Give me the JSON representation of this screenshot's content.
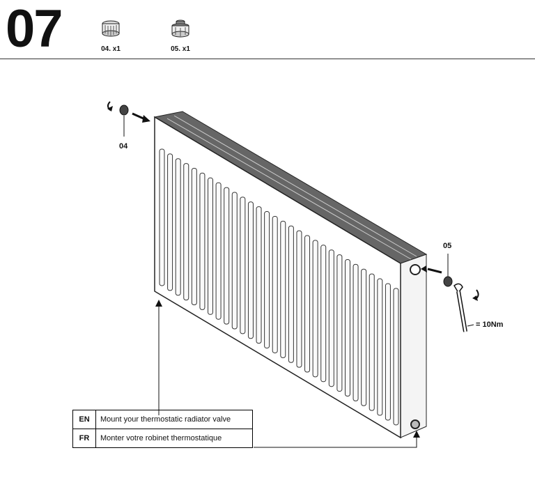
{
  "step": "07",
  "parts": [
    {
      "label": "04. x1",
      "icon": "blanking-plug-icon"
    },
    {
      "label": "05. x1",
      "icon": "valve-insert-icon"
    }
  ],
  "callouts": {
    "part_04": "04",
    "part_05": "05",
    "torque": "= 10Nm"
  },
  "instructions": [
    {
      "lang": "EN",
      "text": "Mount your thermostatic radiator valve"
    },
    {
      "lang": "FR",
      "text": "Monter votre robinet thermostatique"
    }
  ]
}
